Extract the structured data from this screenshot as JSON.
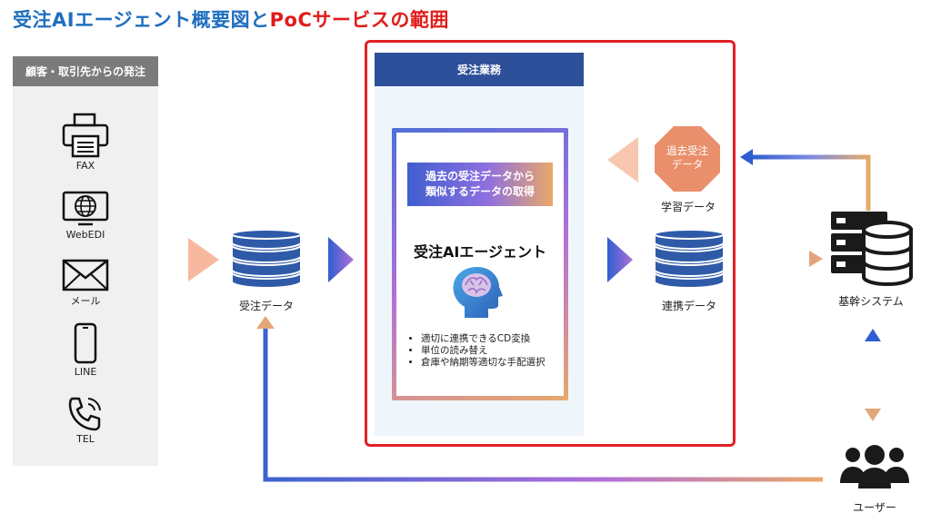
{
  "title": {
    "part1": "受注AIエージェント概要図と",
    "part2": "PoCサービスの範囲"
  },
  "sources": {
    "header": "顧客・取引先からの発注",
    "channels": [
      {
        "label": "FAX",
        "icon": "fax-icon"
      },
      {
        "label": "WebEDI",
        "icon": "webedi-icon"
      },
      {
        "label": "メール",
        "icon": "mail-icon"
      },
      {
        "label": "LINE",
        "icon": "smartphone-icon"
      },
      {
        "label": "TEL",
        "icon": "phone-icon"
      }
    ]
  },
  "order_data": {
    "label": "受注データ",
    "icon": "database-icon"
  },
  "work": {
    "header": "受注業務",
    "banner_line1": "過去の受注データから",
    "banner_line2": "類似するデータの取得",
    "agent_title": "受注AIエージェント",
    "agent_icon": "ai-brain-head-icon",
    "bullets": [
      "適切に連携できるCD変換",
      "単位の読み替え",
      "倉庫や納期等適切な手配選択"
    ]
  },
  "learning": {
    "octagon_line1": "過去受注",
    "octagon_line2": "データ",
    "label": "学習データ"
  },
  "linked_data": {
    "label": "連携データ",
    "icon": "database-icon"
  },
  "core_system": {
    "label": "基幹システム",
    "icon": "server-database-icon"
  },
  "users": {
    "label": "ユーザー",
    "icon": "users-group-icon"
  },
  "colors": {
    "title_blue": "#1f6fc0",
    "title_red": "#e21f26",
    "db_blue": "#2f5aa8",
    "header_navy": "#2e4f9a",
    "octagon": "#e98f6b",
    "arrow_peach": "#f6b9a0"
  }
}
